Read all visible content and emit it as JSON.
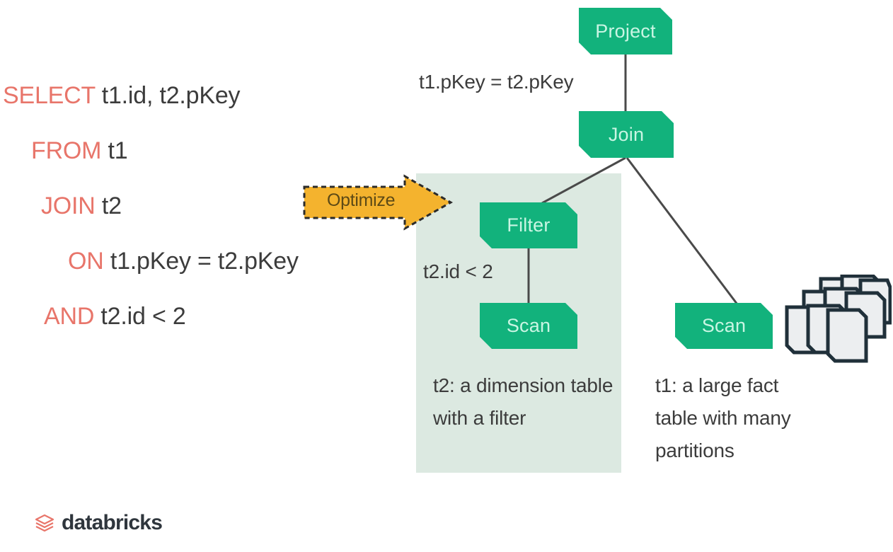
{
  "sql": {
    "lines": [
      {
        "keyword": "SELECT",
        "rest": " t1.id, t2.pKey"
      },
      {
        "keyword": "FROM",
        "rest": " t1"
      },
      {
        "keyword": "JOIN",
        "rest": " t2"
      },
      {
        "keyword": "ON",
        "rest": " t1.pKey = t2.pKey"
      },
      {
        "keyword": "AND",
        "rest": " t2.id < 2"
      }
    ]
  },
  "optimize": {
    "label": "Optimize",
    "fill": "#f4b32e",
    "border": "#2b2b2b",
    "text_color": "#5d4a16"
  },
  "plan": {
    "nodes": [
      {
        "id": "project",
        "label": "Project"
      },
      {
        "id": "join",
        "label": "Join"
      },
      {
        "id": "filter",
        "label": "Filter"
      },
      {
        "id": "scan_t2",
        "label": "Scan"
      },
      {
        "id": "scan_t1",
        "label": "Scan"
      }
    ],
    "labels": {
      "join_condition": "t1.pKey = t2.pKey",
      "filter_condition": "t2.id < 2"
    },
    "node_fill": "#12b27c",
    "node_text": "#c9f5e3",
    "edge_color": "#4a4a4a"
  },
  "highlight": {
    "fill": "#dce9e1"
  },
  "captions": {
    "t2": "t2: a dimension table with a filter",
    "t1": "t1: a large fact table with many partitions"
  },
  "partitions": {
    "icon": "partition-stack-icon",
    "card_fill": "#eceef0",
    "card_stroke": "#20303a"
  },
  "brand": {
    "name": "databricks",
    "mark_color": "#e8756a",
    "word_color": "#2f363d"
  }
}
